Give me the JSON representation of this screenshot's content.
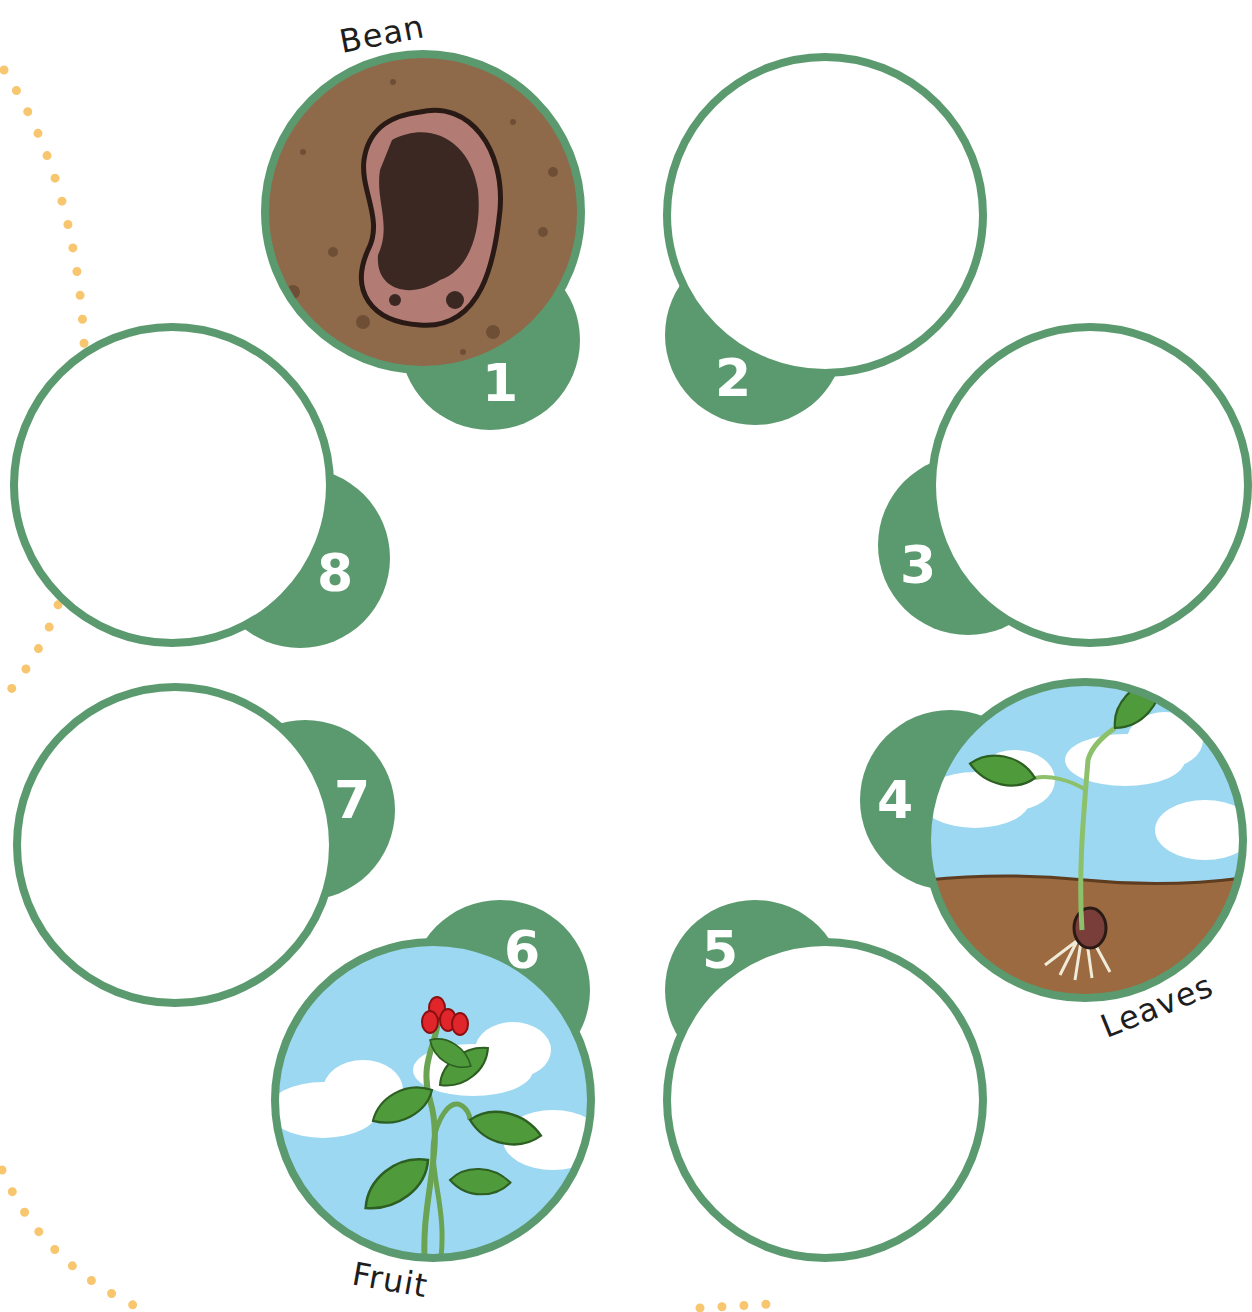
{
  "diagram": {
    "nodes": [
      {
        "text": [
          "1",
          "Bean"
        ]
      },
      {
        "text": [
          "2"
        ]
      },
      {
        "text": [
          "3"
        ]
      },
      {
        "text": [
          "4",
          "Leaves"
        ]
      },
      {
        "text": [
          "5"
        ]
      },
      {
        "text": [
          "6",
          "Fruit"
        ]
      },
      {
        "text": [
          "7"
        ]
      },
      {
        "text": [
          "8"
        ]
      }
    ]
  }
}
